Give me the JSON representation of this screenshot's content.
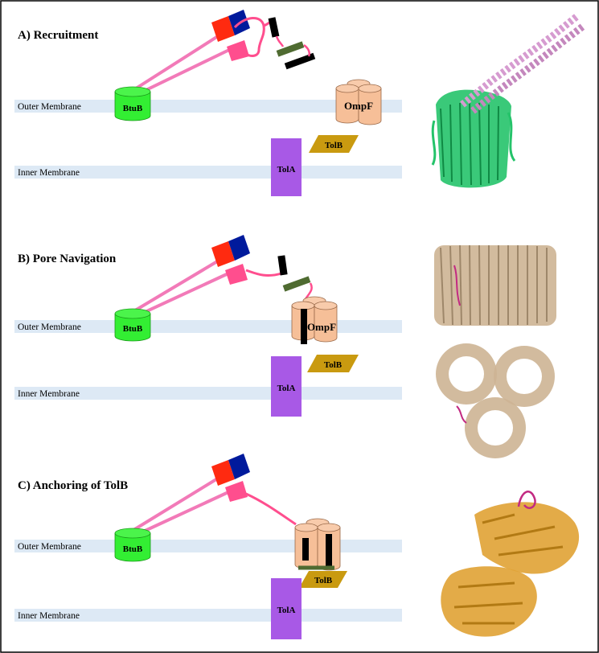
{
  "panels": [
    {
      "title": "A) Recruitment",
      "outer_membrane_label": "Outer Membrane",
      "inner_membrane_label": "Inner Membrane",
      "btub_label": "BtuB",
      "ompf_label": "OmpF",
      "tolb_label": "TolB",
      "tola_label": "TolA"
    },
    {
      "title": "B) Pore Navigation",
      "outer_membrane_label": "Outer Membrane",
      "inner_membrane_label": "Inner Membrane",
      "btub_label": "BtuB",
      "ompf_label": "OmpF",
      "tolb_label": "TolB",
      "tola_label": "TolA"
    },
    {
      "title": "C) Anchoring of TolB",
      "outer_membrane_label": "Outer Membrane",
      "inner_membrane_label": "Inner Membrane",
      "btub_label": "BtuB",
      "tolb_label": "TolB",
      "tola_label": "TolA"
    }
  ],
  "colors": {
    "membrane": "#dde9f5",
    "btub": "#33ee33",
    "ompf": "#f6bf98",
    "tolb": "#c99a10",
    "tola": "#a859e6",
    "colicin_red": "#ff2a10",
    "colicin_blue": "#001a9c",
    "colicin_pink": "#ff4e8e",
    "linker_pink": "#f27ab8",
    "epitope_green": "#4f6b31",
    "black_segment": "#000000",
    "structure_pink": "#d69bd0",
    "structure_green": "#25c36a",
    "structure_tan": "#cdb494",
    "structure_gold": "#e0a234",
    "border": "#000000"
  },
  "icons": [
    "btub-barrel-icon",
    "ompf-trimer-icon",
    "colicin-domain-icon",
    "protein-structure-icon"
  ]
}
